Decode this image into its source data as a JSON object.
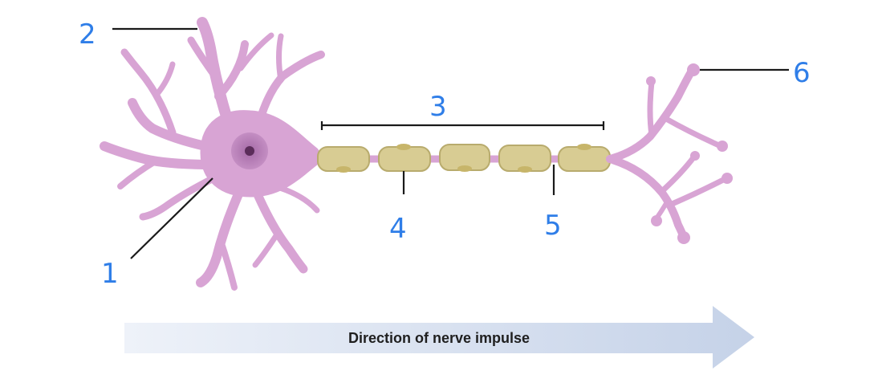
{
  "labels": {
    "l1": "1",
    "l2": "2",
    "l3": "3",
    "l4": "4",
    "l5": "5",
    "l6": "6"
  },
  "arrow": {
    "text": "Direction of nerve impulse"
  },
  "colors": {
    "neuron": "#d8a4d4",
    "nucleus": "#9b5a9a",
    "myelin": "#d8cc93",
    "label_blue": "#2f7ee8",
    "arrow": "#c5d2e8"
  }
}
